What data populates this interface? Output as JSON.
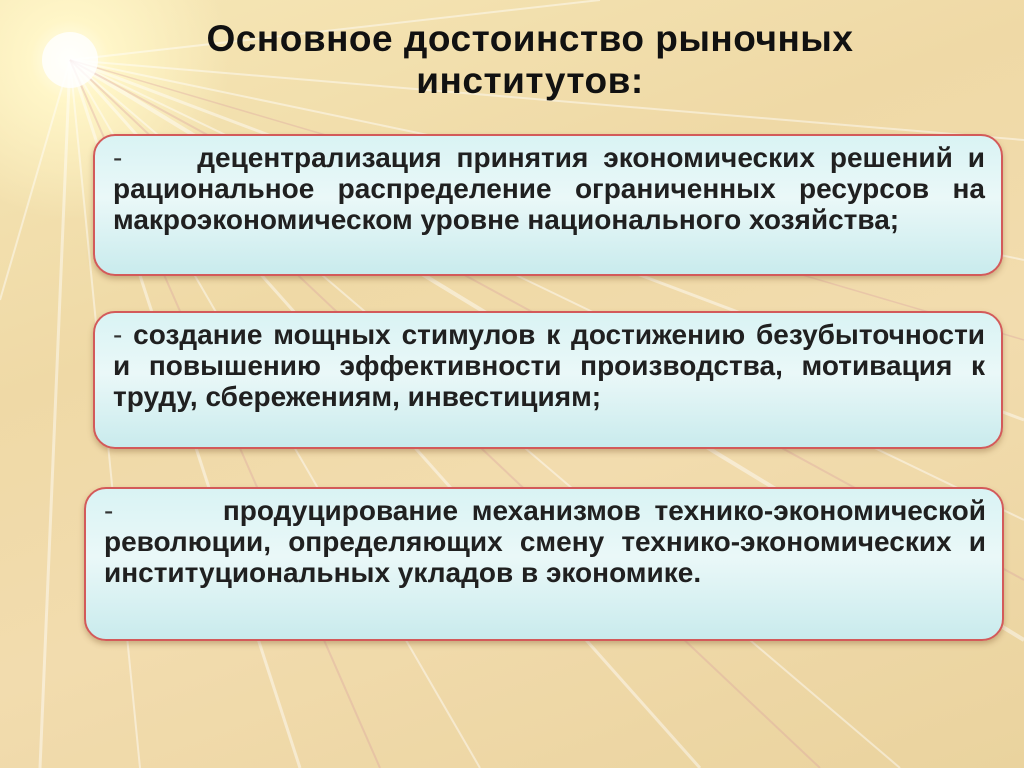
{
  "slide": {
    "title_line1": "Основное достоинство рыночных",
    "title_line2": "институтов:",
    "items": [
      {
        "dash": "-",
        "text": "децентрализация принятия экономических решений и рациональное распределение ограниченных ресурсов на макроэкономическом уровне национального хозяйства;"
      },
      {
        "dash": "-",
        "text": "создание мощных стимулов к достижению безубыточности и повышению эффективности производства, мотивация к труду, сбережениям, инвестициям;"
      },
      {
        "dash": "-",
        "text": "продуцирование механизмов технико-экономической революции, определяющих смену технико-экономических и институциональных укладов в экономике."
      }
    ]
  },
  "colors": {
    "box_border": "#d35a5a",
    "box_fill": "#d9f3f4",
    "background": "#f2dcae",
    "text": "#202020"
  }
}
